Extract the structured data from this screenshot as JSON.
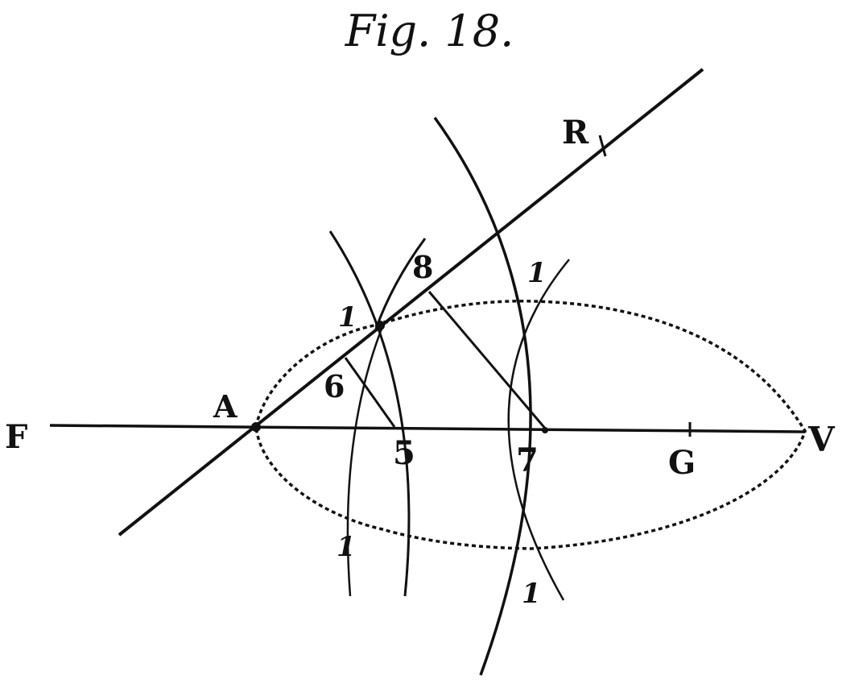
{
  "figure": {
    "title": "Fig. 18."
  },
  "labels": {
    "F": "F",
    "A": "A",
    "R": "R",
    "V": "V",
    "G": "G",
    "five": "5",
    "six": "6",
    "seven": "7",
    "eight": "8",
    "one_upper_left": "1",
    "one_upper_right": "1",
    "one_lower_left": "1",
    "one_lower_right": "1"
  },
  "colors": {
    "ink": "#111111",
    "paper": "#ffffff"
  }
}
